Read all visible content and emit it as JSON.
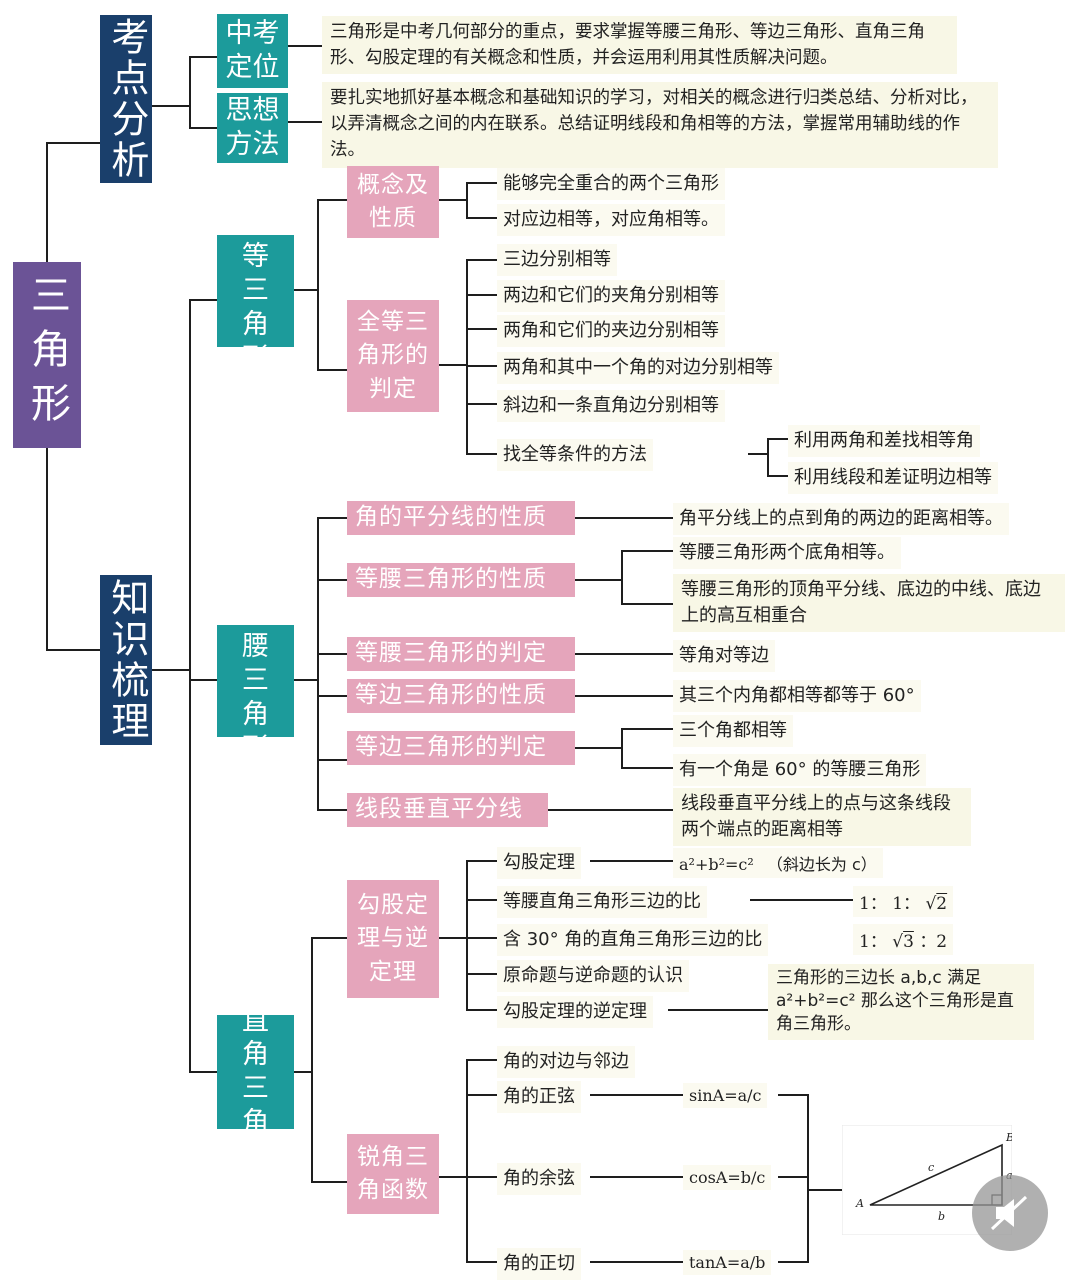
{
  "root": "三角形",
  "sections": {
    "analysis": "考点分析",
    "knowledge": "知识梳理"
  },
  "analysis": {
    "position": {
      "label": "中考定位",
      "text": "三角形是中考几何部分的重点，要求掌握等腰三角形、等边三角形、直角三角形、勾股定理的有关概念和性质，并会运用利用其性质解决问题。"
    },
    "method": {
      "label": "思想方法",
      "text": "要扎实地抓好基本概念和基础知识的学习，对相关的概念进行归类总结、分析对比，以弄清概念之间的内在联系。总结证明线段和角相等的方法，掌握常用辅助线的作法。"
    }
  },
  "congruent": {
    "label": "全等三角形",
    "concept": {
      "label": "概念及性质",
      "items": [
        "能够完全重合的两个三角形",
        "对应边相等，对应角相等。"
      ]
    },
    "judge": {
      "label": "全等三角形的判定",
      "items": [
        "三边分别相等",
        "两边和它们的夹角分别相等",
        "两角和它们的夹边分别相等",
        "两角和其中一个角的对边分别相等",
        "斜边和一条直角边分别相等",
        "找全等条件的方法"
      ],
      "methods": [
        "利用两角和差找相等角",
        "利用线段和差证明边相等"
      ]
    }
  },
  "isosceles": {
    "label": "等腰三角形",
    "rows": [
      {
        "label": "角的平分线的性质",
        "notes": [
          "角平分线上的点到角的两边的距离相等。"
        ]
      },
      {
        "label": "等腰三角形的性质",
        "notes": [
          "等腰三角形两个底角相等。",
          "等腰三角形的顶角平分线、底边的中线、底边上的高互相重合"
        ]
      },
      {
        "label": "等腰三角形的判定",
        "notes": [
          "等角对等边"
        ]
      },
      {
        "label": "等边三角形的性质",
        "notes": [
          "其三个内角都相等都等于 60°"
        ]
      },
      {
        "label": "等边三角形的判定",
        "notes": [
          "三个角都相等",
          "有一个角是 60° 的等腰三角形"
        ]
      },
      {
        "label": "线段垂直平分线",
        "notes": [
          "线段垂直平分线上的点与这条线段两个端点的距离相等"
        ]
      }
    ]
  },
  "right": {
    "label": "解直角三角形",
    "pythagoras": {
      "label": "勾股定理与逆定理",
      "items": [
        "勾股定理",
        "等腰直角三角形三边的比",
        "含 30° 角的直角三角形三边的比",
        "原命题与逆命题的认识",
        "勾股定理的逆定理"
      ],
      "formula_base": "a²+b²=c²",
      "formula_note": "（斜边长为 c）",
      "ratio_iso_prefix": "1： 1：",
      "ratio_iso_root": "2",
      "ratio_30_prefix": "1：",
      "ratio_30_root": "3",
      "ratio_30_suffix": "：2",
      "inverse_line1": "三角形的三边长 a,b,c 满足",
      "inverse_line2": "a²+b²=c² 那么这个三角形是直",
      "inverse_line3": "角三角形。"
    },
    "trig": {
      "label": "锐角三角函数",
      "items": [
        "角的对边与邻边",
        "角的正弦",
        "角的余弦",
        "角的正切"
      ],
      "formulas": [
        "sinA=a/c",
        "cosA=b/c",
        "tanA=a/b"
      ],
      "figure": {
        "A": "A",
        "B": "B",
        "a": "a",
        "b": "b",
        "c": "c"
      }
    }
  },
  "colors": {
    "navy": "#1a3f6b",
    "purple": "#6b5396",
    "teal": "#1c9b9b",
    "pink": "#e5a5bb",
    "note_bg": "#f8f7e6"
  }
}
